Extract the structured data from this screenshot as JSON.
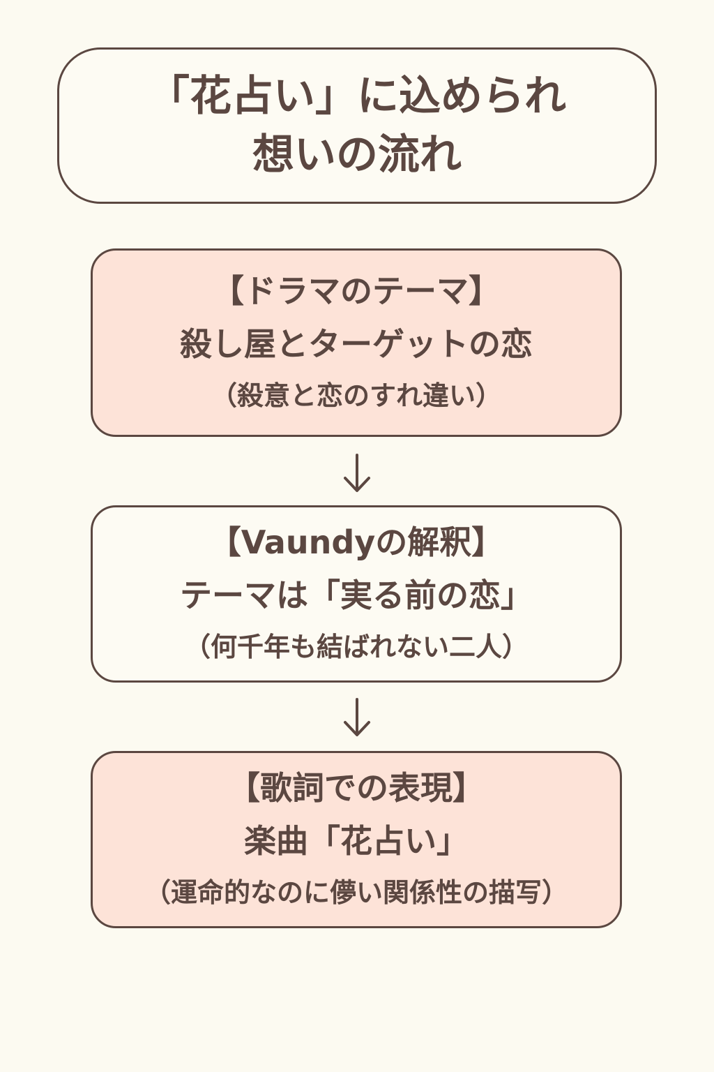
{
  "title": {
    "line1": "「花占い」に込められ",
    "line2": "想いの流れ"
  },
  "steps": [
    {
      "heading": "【ドラマのテーマ】",
      "main": "殺し屋とターゲットの恋",
      "sub": "（殺意と恋のすれ違い）"
    },
    {
      "heading": "【Vaundyの解釈】",
      "main": "テーマは「実る前の恋」",
      "sub": "（何千年も結ばれない二人）"
    },
    {
      "heading": "【歌詞での表現】",
      "main": "楽曲「花占い」",
      "sub": "（運命的なのに儚い関係性の描写）"
    }
  ],
  "colors": {
    "text": "#5b4741",
    "pink": "#fde3d8",
    "cream": "#fdfbf3",
    "background": "#fcfaf1"
  }
}
